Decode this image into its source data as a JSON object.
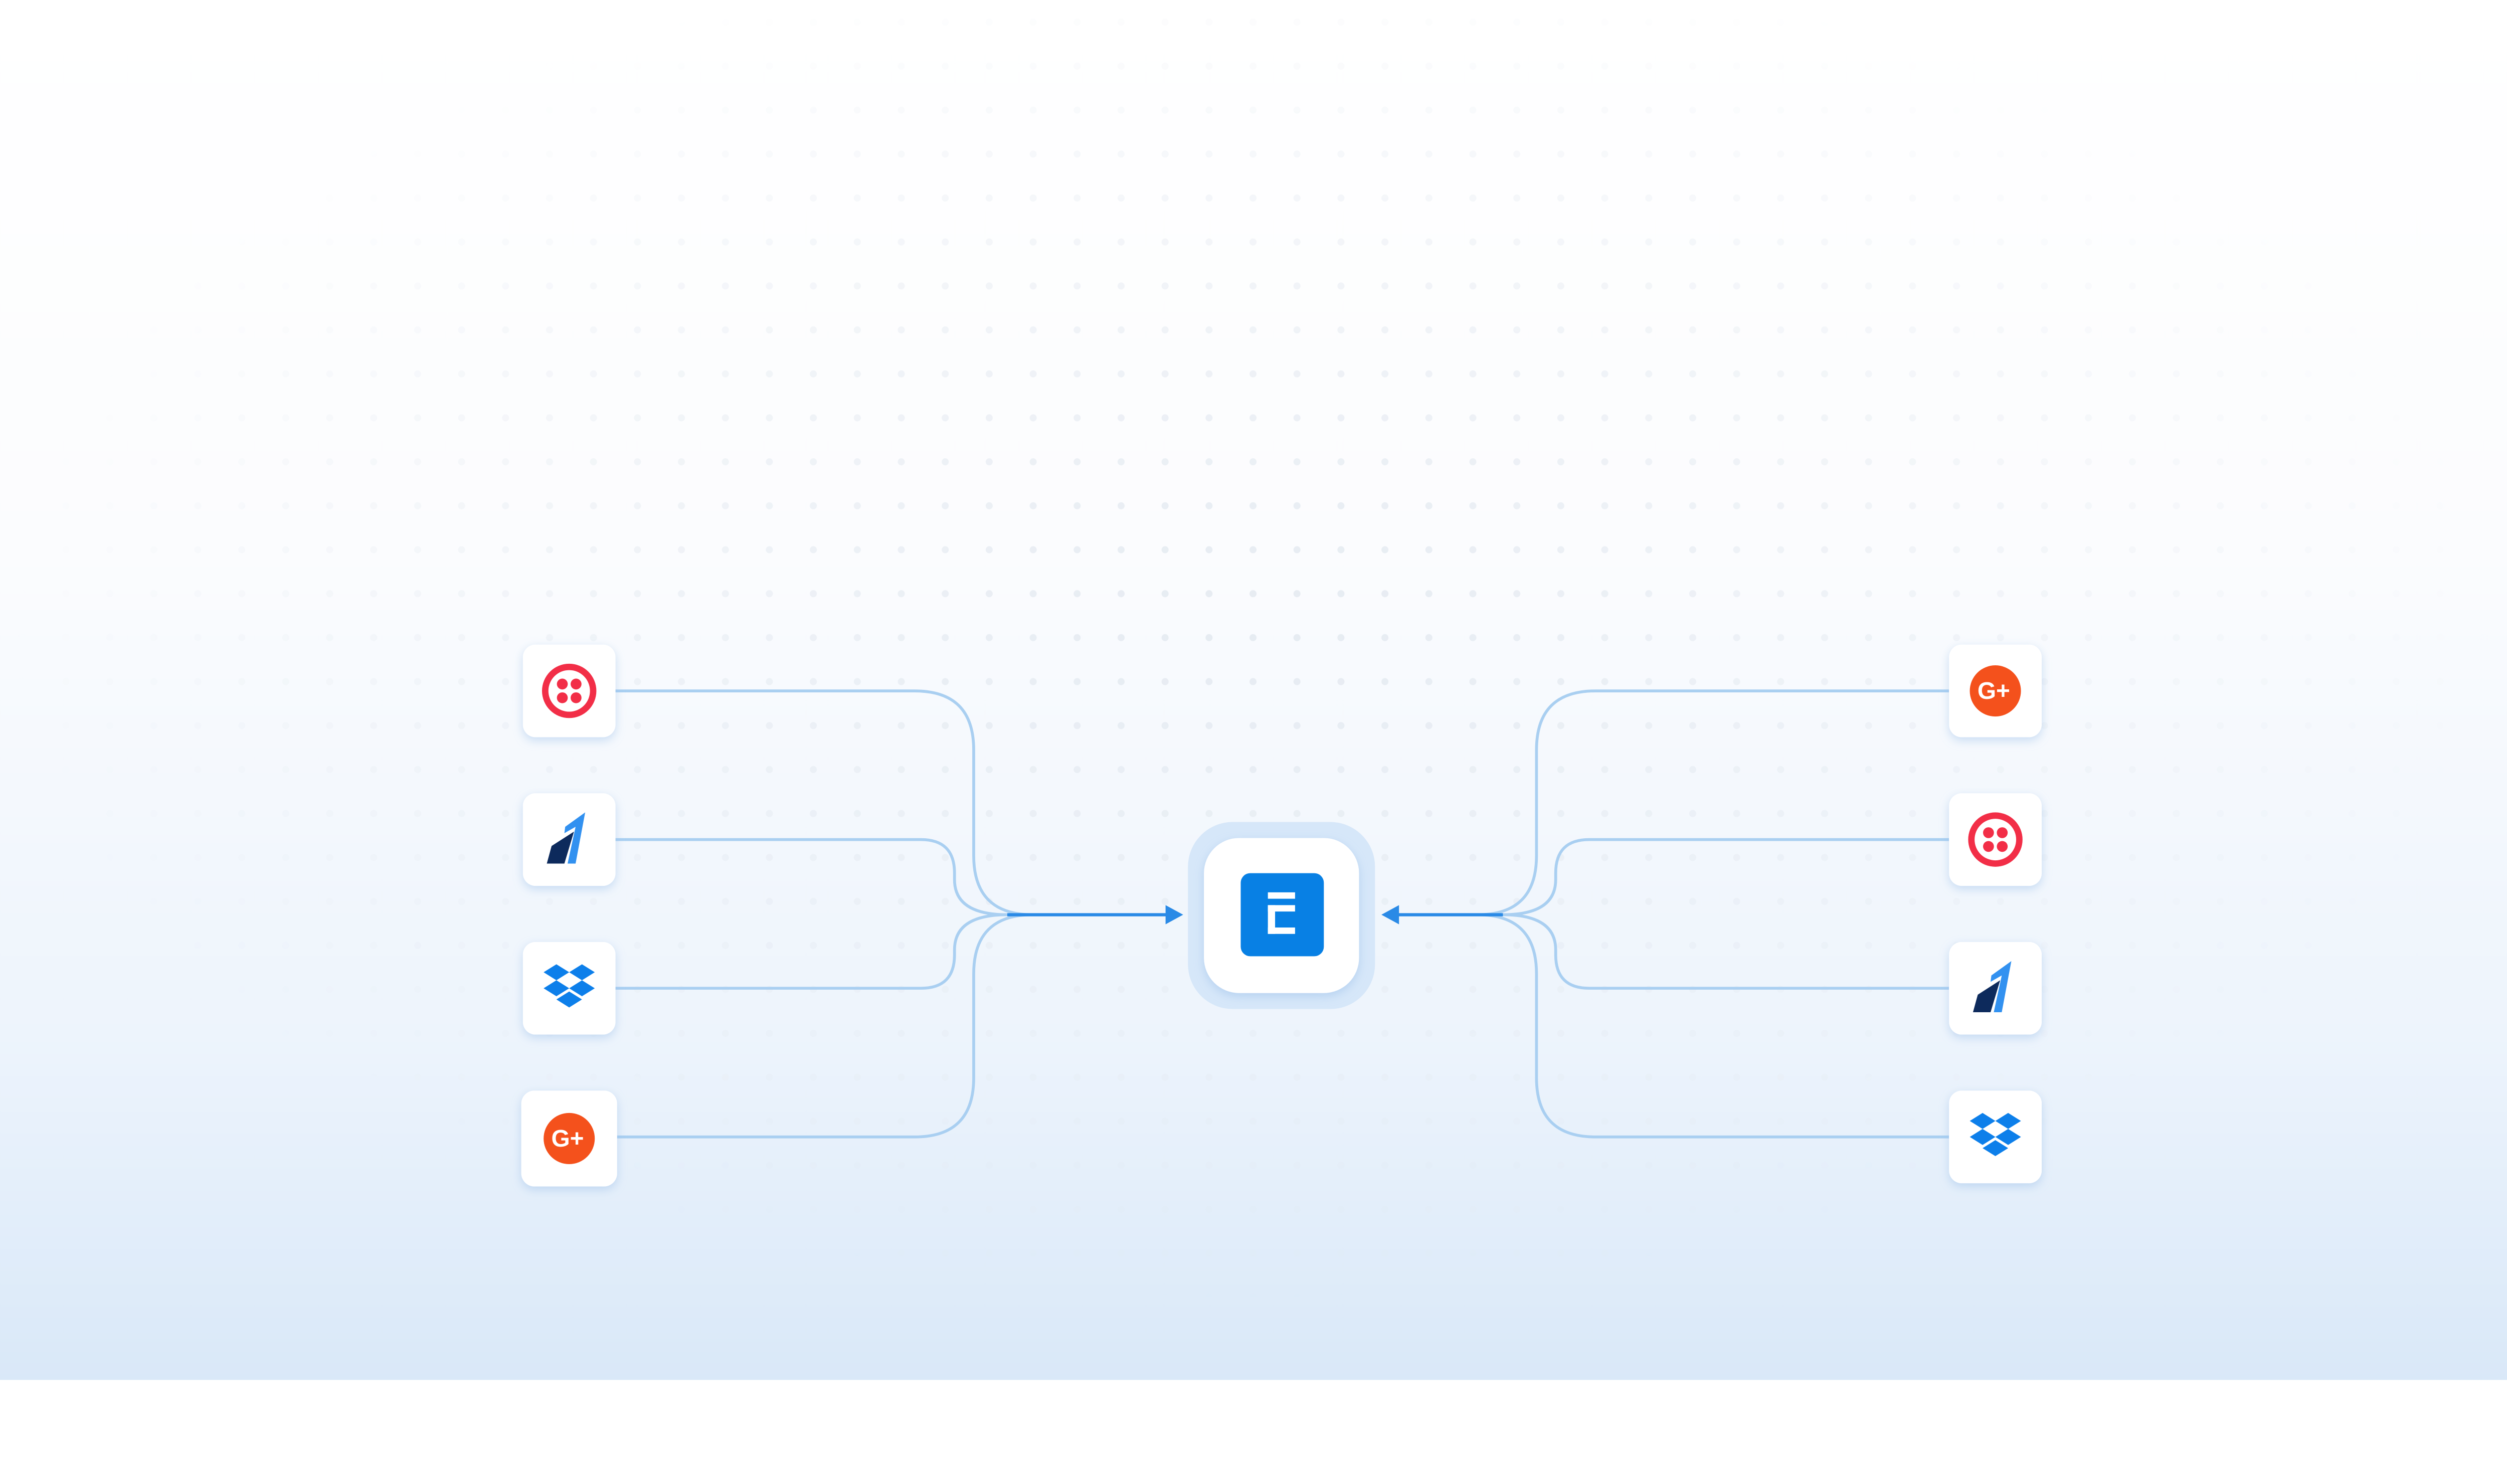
{
  "diagram": {
    "type": "integration-flow",
    "hub": {
      "icon": "e-logo-icon",
      "color": "#0880E4"
    },
    "left_sources": [
      {
        "icon": "twilio-icon",
        "color": "#F22F46"
      },
      {
        "icon": "rocket-one-icon",
        "color": "#3191F0"
      },
      {
        "icon": "dropbox-icon",
        "color": "#0A7FEA"
      },
      {
        "icon": "google-plus-icon",
        "color": "#F4511E",
        "logo_text": "G+"
      }
    ],
    "right_sources": [
      {
        "icon": "google-plus-icon",
        "color": "#F4511E",
        "logo_text": "G+"
      },
      {
        "icon": "twilio-icon",
        "color": "#F22F46"
      },
      {
        "icon": "rocket-one-icon",
        "color": "#3191F0"
      },
      {
        "icon": "dropbox-icon",
        "color": "#0A7FEA"
      }
    ],
    "connector_color": "#A9CFF1",
    "arrow_color": "#2A8AE6"
  }
}
